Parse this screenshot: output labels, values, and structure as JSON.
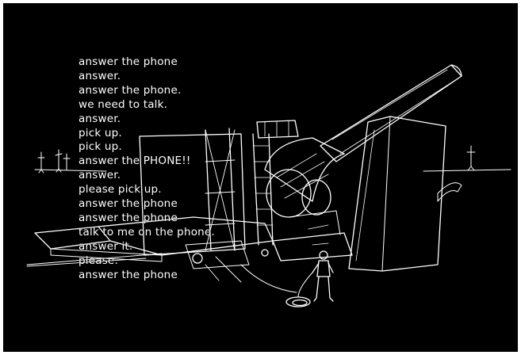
{
  "messages": [
    "answer the phone",
    "answer.",
    "answer the phone.",
    "we need to talk.",
    "answer.",
    "pick up.",
    "pick up.",
    "answer the PHONE!!",
    "answer.",
    "please pick up.",
    "answer the phone",
    "answer the phone",
    "talk to me on the phone.",
    "answer it.",
    "please.",
    "answer the phone"
  ],
  "colors": {
    "background": "#000000",
    "lines": "#ffffff",
    "frame": "#ffffff"
  },
  "illustration": "white line drawing of a large radio telescope machine with a man standing holding a coiled cable"
}
